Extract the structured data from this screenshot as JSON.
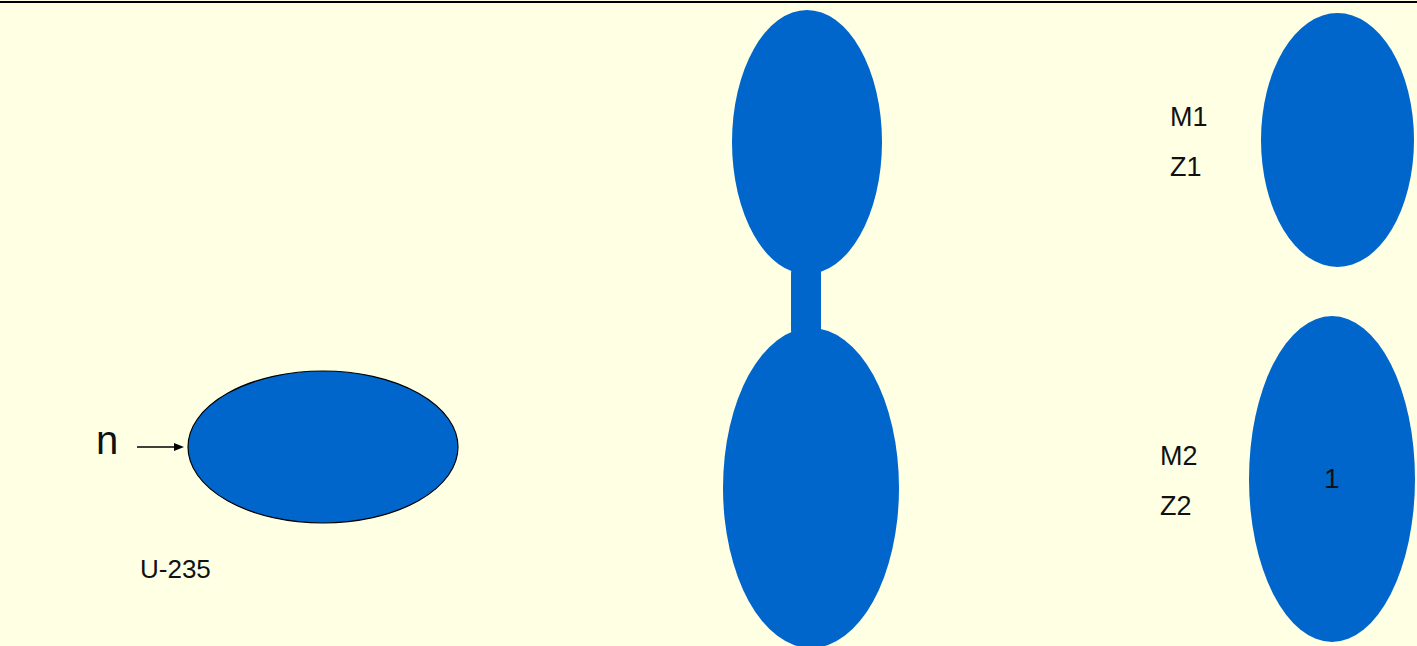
{
  "diagram": {
    "nodes": [
      {
        "text": [
          "U-235"
        ]
      },
      {
        "text": [
          "M1",
          "Z1"
        ]
      },
      {
        "text": [
          "M2",
          "Z2",
          "1"
        ]
      }
    ],
    "labels": [
      "n"
    ]
  }
}
